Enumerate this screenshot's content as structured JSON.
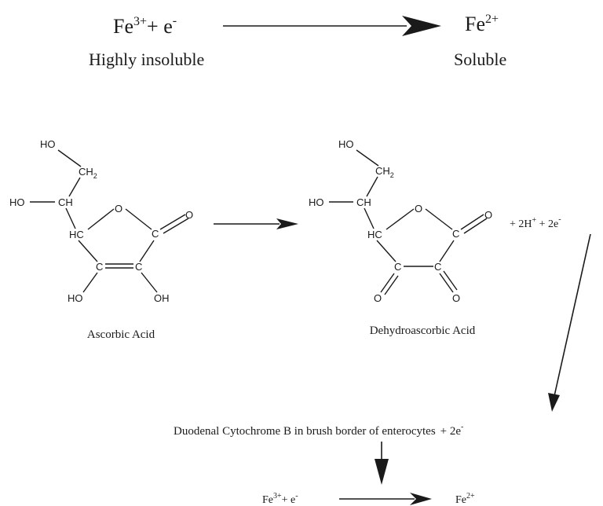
{
  "top_reaction": {
    "reactant": "Fe",
    "reactant_charge": "3+",
    "plus_electron": "+ e",
    "electron_charge": "-",
    "reactant_label": "Highly insoluble",
    "product": "Fe",
    "product_charge": "2+",
    "product_label": "Soluble"
  },
  "ascorbic_acid": {
    "name": "Ascorbic Acid",
    "atoms": {
      "ho_top": "HO",
      "ch2": "CH",
      "ch2_sub": "2",
      "ho_side": "HO",
      "ch": "CH",
      "ring_o": "O",
      "hc": "HC",
      "c_carbonyl": "C",
      "o_carbonyl": "O",
      "c_left": "C",
      "c_right": "C",
      "oh_left": "HO",
      "oh_right": "OH"
    }
  },
  "dehydroascorbic_acid": {
    "name": "Dehydroascorbic Acid",
    "atoms": {
      "ho_top": "HO",
      "ch2": "CH",
      "ch2_sub": "2",
      "ho_side": "HO",
      "ch": "CH",
      "ring_o": "O",
      "hc": "HC",
      "c_carbonyl": "C",
      "o_carbonyl": "O",
      "c_left": "C",
      "c_right": "C",
      "o_left": "O",
      "o_right": "O"
    }
  },
  "byproducts": {
    "prefix": "+ 2H",
    "h_charge": "+",
    "middle": " + 2e",
    "e_charge": "-"
  },
  "cytochrome": {
    "label": "Duodenal Cytochrome B in brush border of enterocytes",
    "plus_electron": "+ 2e",
    "electron_charge": "-"
  },
  "bottom_reaction": {
    "reactant": "Fe",
    "reactant_charge": "3+",
    "plus_electron": "+ e",
    "electron_charge": "-",
    "product": "Fe",
    "product_charge": "2+"
  }
}
